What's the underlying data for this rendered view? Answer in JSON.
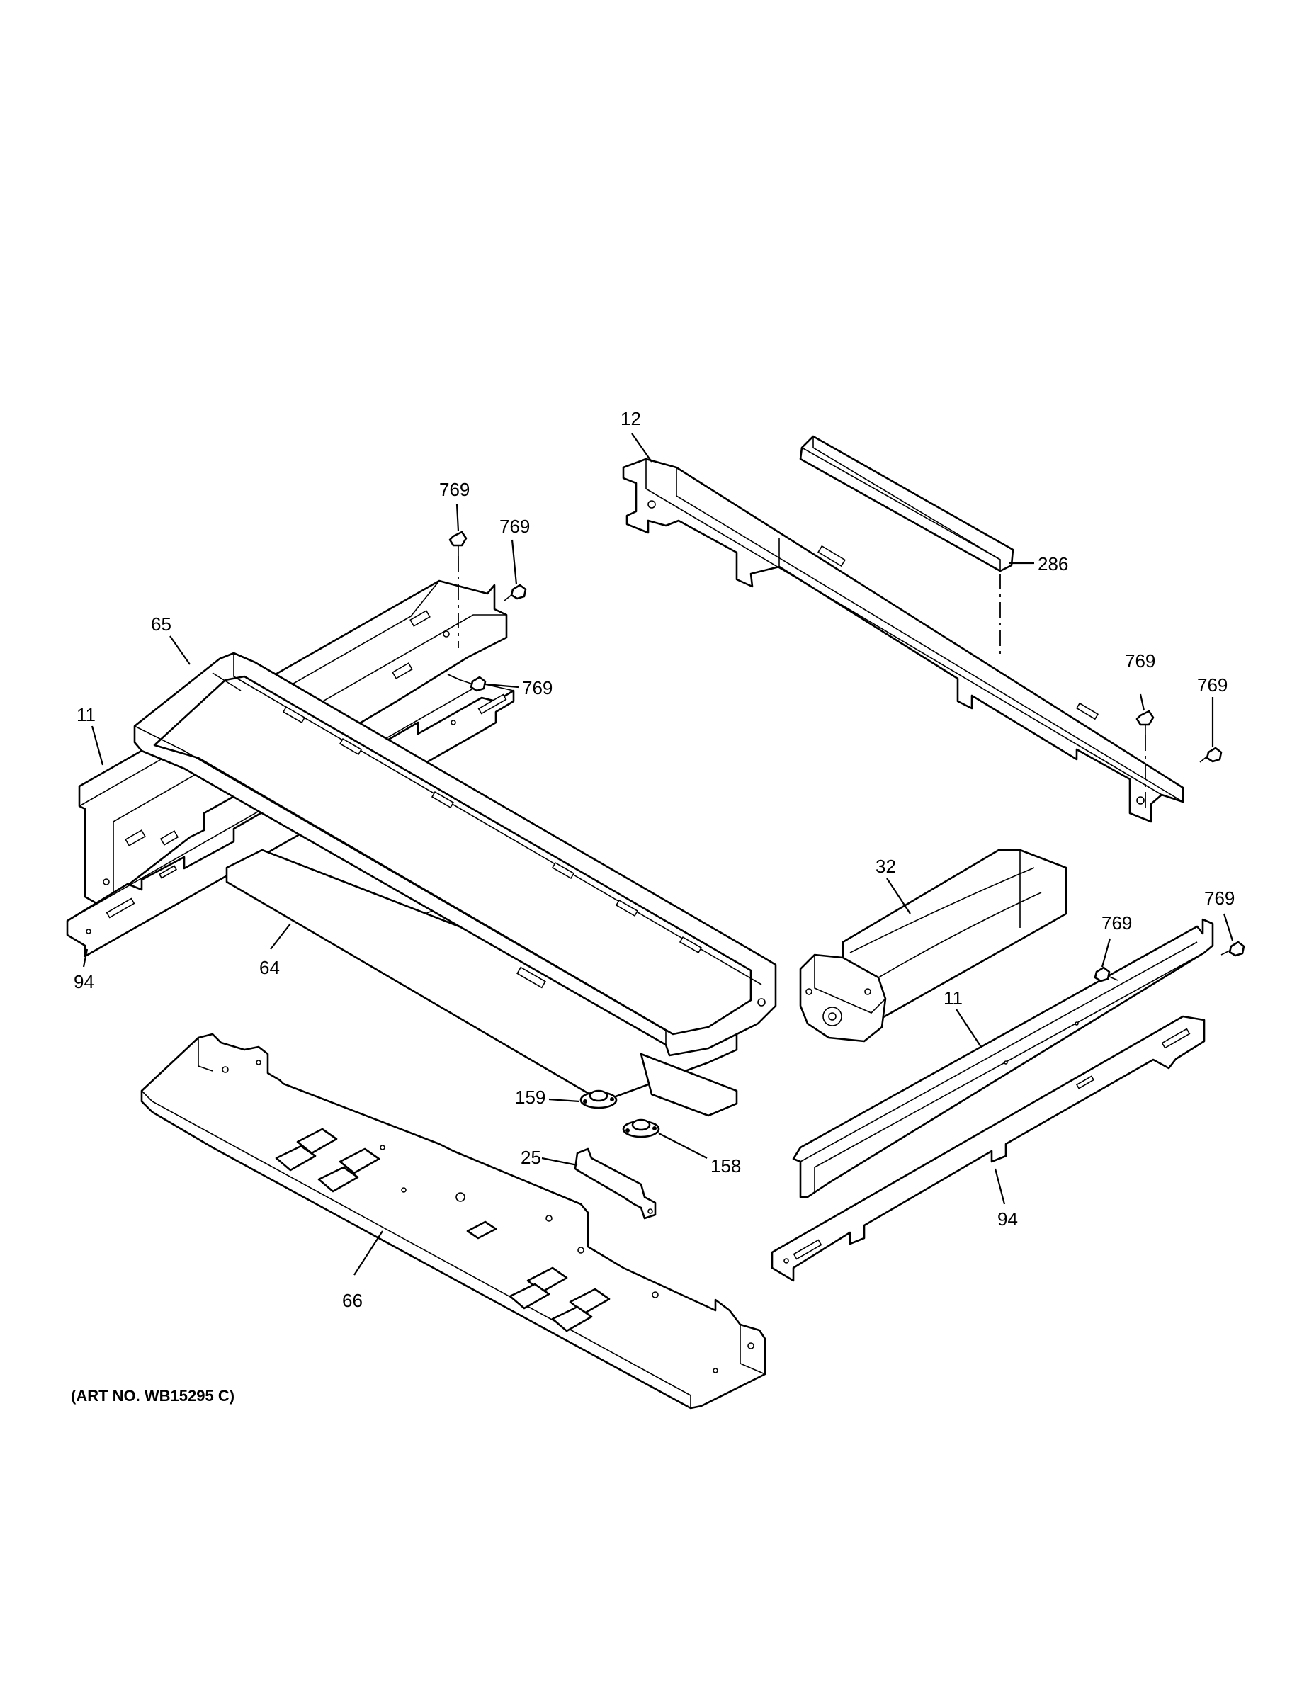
{
  "diagram": {
    "art_number": "(ART NO. WB15295 C)",
    "callouts": {
      "c12": "12",
      "c286": "286",
      "c769_a": "769",
      "c769_b": "769",
      "c769_c": "769",
      "c769_d": "769",
      "c769_e": "769",
      "c769_f": "769",
      "c769_g": "769",
      "c65": "65",
      "c11_left": "11",
      "c11_right": "11",
      "c94_left": "94",
      "c94_right": "94",
      "c64": "64",
      "c32": "32",
      "c159": "159",
      "c158": "158",
      "c25": "25",
      "c66": "66"
    }
  }
}
